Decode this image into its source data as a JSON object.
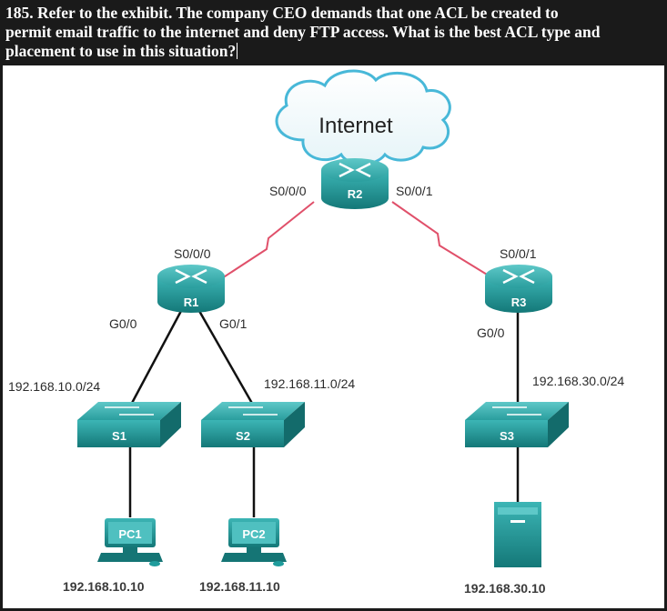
{
  "question": {
    "line1": "185. Refer to the exhibit. The company CEO demands that one ACL be created to",
    "line2": "permit email traffic to the internet and deny FTP access. What is the best ACL type and",
    "line3": "placement to use in this situation?"
  },
  "diagram": {
    "cloud": {
      "label": "Internet"
    },
    "routers": {
      "r1": {
        "label": "R1",
        "ports": {
          "s000": "S0/0/0",
          "g00": "G0/0",
          "g01": "G0/1"
        }
      },
      "r2": {
        "label": "R2",
        "ports": {
          "s000": "S0/0/0",
          "s001": "S0/0/1"
        }
      },
      "r3": {
        "label": "R3",
        "ports": {
          "s001": "S0/0/1",
          "g00": "G0/0"
        }
      }
    },
    "switches": {
      "s1": "S1",
      "s2": "S2",
      "s3": "S3"
    },
    "hosts": {
      "pc1": "PC1",
      "pc2": "PC2"
    },
    "networks": {
      "n10": "192.168.10.0/24",
      "n11": "192.168.11.0/24",
      "n30": "192.168.30.0/24"
    },
    "addresses": {
      "pc1": "192.168.10.10",
      "pc2": "192.168.11.10",
      "server": "192.168.30.10"
    },
    "colors": {
      "device": "#1f9c9c",
      "device_dark": "#157575",
      "serial_link": "#e0506a",
      "cloud_stroke": "#48b8d8"
    }
  }
}
